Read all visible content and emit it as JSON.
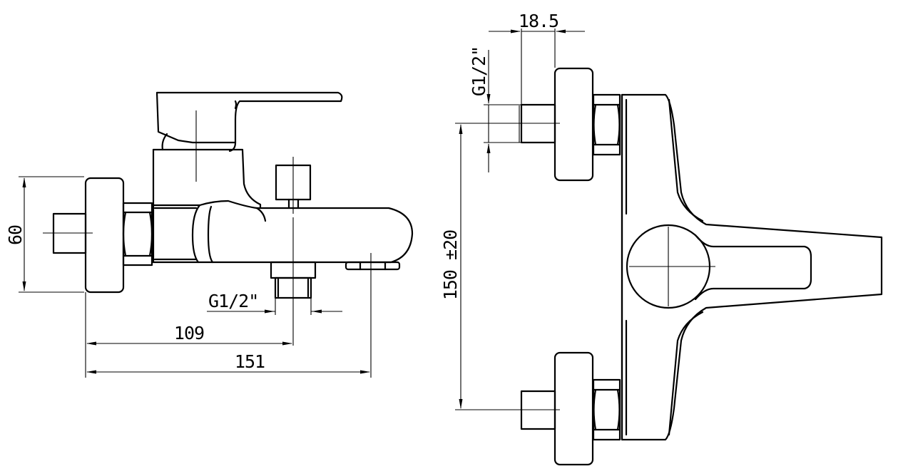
{
  "dimensions": {
    "side_height": "60",
    "side_outlet_thread": "G1/2\"",
    "side_length_outlet": "109",
    "side_length_total": "151",
    "front_nut_depth": "18.5",
    "front_inlet_thread": "G1/2\"",
    "front_center_distance": "150 ±20"
  },
  "colors": {
    "line": "#000000",
    "background": "#ffffff"
  }
}
